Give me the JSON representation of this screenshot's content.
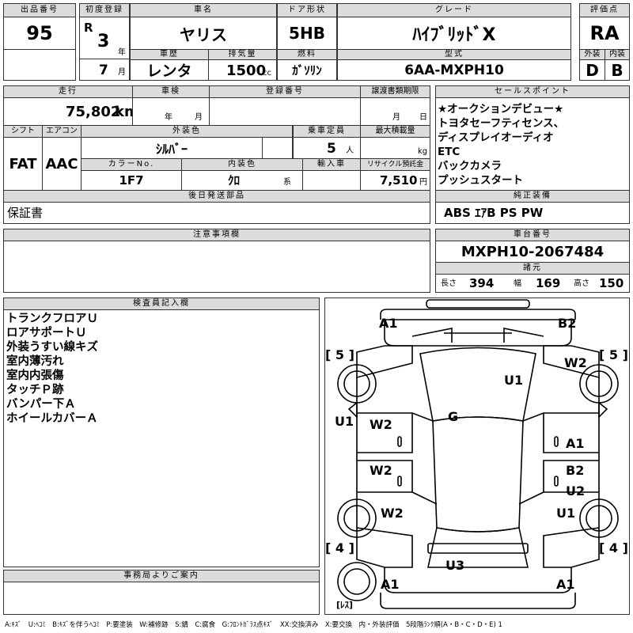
{
  "header": {
    "lot_no_label": "出品番号",
    "lot_no": "95",
    "first_reg_label": "初度登録",
    "era_letter": "R",
    "year_value": "3",
    "year_unit": "年",
    "month_value": "7",
    "month_unit": "月",
    "car_name_label": "車名",
    "car_name": "ヤリス",
    "history_label": "車歴",
    "history": "レンタ",
    "displacement_label": "排気量",
    "displacement": "1500",
    "displacement_unit": "cc",
    "door_label": "ドア形状",
    "door": "5HB",
    "fuel_label": "燃料",
    "fuel": "ｶﾞｿﾘﾝ",
    "grade_label": "グレード",
    "grade": "ﾊｲﾌﾞﾘｯﾄﾞX",
    "model_label": "型式",
    "model": "6AA-MXPH10",
    "score_label": "評価点",
    "score": "RA",
    "exterior_label": "外装",
    "exterior": "D",
    "interior_label": "内装",
    "interior": "B"
  },
  "row2": {
    "mileage_label": "走行",
    "mileage": "75,802",
    "mileage_unit": "km",
    "inspection_label": "車検",
    "inspection_year_unit": "年",
    "inspection_month_unit": "月",
    "reg_no_label": "登録番号",
    "transfer_label": "譲渡書類期限",
    "transfer_month_unit": "月",
    "transfer_day_unit": "日",
    "shift_label": "シフト",
    "shift": "FAT",
    "ac_label": "エアコン",
    "ac": "AAC",
    "ext_color_label": "外装色",
    "ext_color": "ｼﾙﾊﾞｰ",
    "capacity_label": "乗車定員",
    "capacity": "5",
    "capacity_unit": "人",
    "load_label": "最大積載量",
    "load_unit": "kg",
    "color_no_label": "カラーNo.",
    "color_no": "1F7",
    "int_color_label": "内装色",
    "int_color": "ｸﾛ",
    "int_color_unit": "系",
    "import_label": "輸入車",
    "recycle_label": "リサイクル預託金",
    "recycle": "7,510",
    "recycle_unit": "円",
    "later_parts_label": "後日発送部品",
    "later_parts": "保証書"
  },
  "sales": {
    "label": "セールスポイント",
    "lines": [
      "★オークションデビュー★",
      "トヨタセーフティセンス、",
      "ディスプレイオーディオ",
      "ETC",
      "バックカメラ",
      "プッシュスタート"
    ]
  },
  "equipment": {
    "label": "純正装備",
    "value": "ABS ｴｱB PS PW"
  },
  "notes": {
    "label": "注意事項欄"
  },
  "chassis": {
    "label": "車台番号",
    "value": "MXPH10-2067484",
    "spec_label": "諸元",
    "length_label": "長さ",
    "length": "394",
    "width_label": "幅",
    "width": "169",
    "height_label": "高さ",
    "height": "150"
  },
  "inspector": {
    "label": "検査員記入欄",
    "lines": [
      "トランクフロアＵ",
      "ロアサポートＵ",
      "外装うすい線キズ",
      "室内薄汚れ",
      "室内内張傷",
      "タッチＰ跡",
      "バンパー下Ａ",
      "ホイールカバーＡ"
    ]
  },
  "office": {
    "label": "事務局よりご案内"
  },
  "diagram": {
    "marks": {
      "a1_top": "A1",
      "b2_top": "B2",
      "w2_rfront": "W2",
      "u1_hood": "U1",
      "g_glass": "G",
      "u1_left": "U1",
      "w2_ldoor1": "W2",
      "a1_rdoor1": "A1",
      "w2_ldoor2": "W2",
      "b2_rdoor2": "B2",
      "u2_rdoor2": "U2",
      "w2_lrear": "W2",
      "u1_rrear": "U1",
      "u3_rear": "U3",
      "a1_bl": "A1",
      "a1_br": "A1"
    },
    "tire_tl": "[ 5 ]",
    "tire_tr": "[ 5 ]",
    "tire_bl": "[ 4 ]",
    "tire_br": "[ 4 ]",
    "spare": "[ﾚｽ]"
  },
  "legend": "A:ｷｽﾞ　U:ﾍｺﾐ　B:ｷｽﾞを伴うﾍｺﾐ　P:要塗装　W:補修跡　S:錆　C:腐食　G:ﾌﾛﾝﾄｶﾞﾗｽ点ｷｽﾞ　XX:交換済み　X:要交換　内・外装評価　5段階ﾗﾝｸ順(A・B・C・D・E) 1"
}
